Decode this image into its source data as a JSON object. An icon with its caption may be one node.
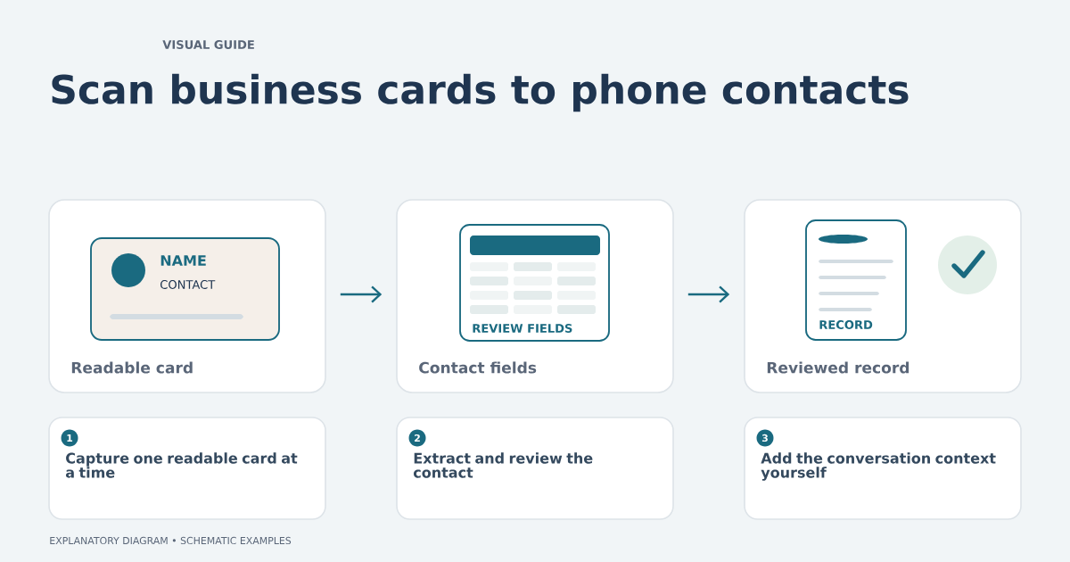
{
  "diagram": {
    "title": "Scan business cards to phone contacts",
    "nodes": [
      {
        "text": [
          "Readable card"
        ]
      },
      {
        "text": [
          "NAME",
          "CONTACT"
        ],
        "in": 0
      },
      {
        "text": [
          "Contact fields"
        ]
      },
      {
        "text": [
          "REVIEW FIELDS"
        ],
        "in": 2
      },
      {
        "text": [
          "Reviewed record"
        ]
      },
      {
        "text": [
          "RECORD"
        ],
        "in": 4
      },
      {
        "text": [
          "1",
          "Capture one readable card at a time"
        ]
      },
      {
        "text": [
          "2",
          "Extract and review the contact"
        ]
      },
      {
        "text": [
          "3",
          "Add the conversation context yourself"
        ]
      }
    ],
    "edges": [
      {
        "from": 0,
        "to": 2,
        "arrow": "to"
      },
      {
        "from": 2,
        "to": 4,
        "arrow": "to"
      }
    ],
    "labels": [
      "VISUAL GUIDE",
      "EXPLANATORY DIAGRAM • SCHEMATIC EXAMPLES"
    ]
  }
}
